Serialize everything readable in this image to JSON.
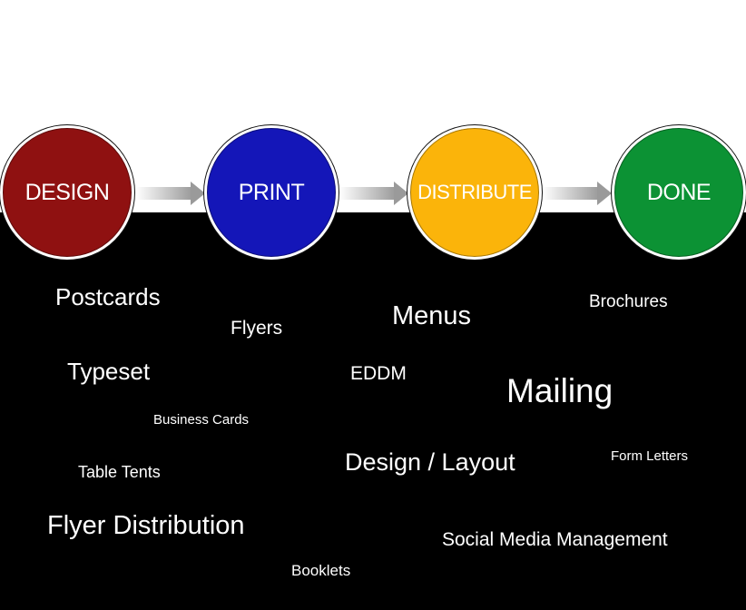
{
  "steps": [
    {
      "label": "DESIGN",
      "color": "#8f1111"
    },
    {
      "label": "PRINT",
      "color": "#1416b8"
    },
    {
      "label": "DISTRIBUTE",
      "color": "#fbb40a"
    },
    {
      "label": "DONE",
      "color": "#0c9234"
    }
  ],
  "services": {
    "postcards": "Postcards",
    "flyers": "Flyers",
    "menus": "Menus",
    "brochures": "Brochures",
    "typeset": "Typeset",
    "eddm": "EDDM",
    "mailing": "Mailing",
    "business_cards": "Business Cards",
    "design_layout": "Design / Layout",
    "form_letters": "Form Letters",
    "table_tents": "Table Tents",
    "flyer_distribution": "Flyer Distribution",
    "social_media": "Social Media Management",
    "booklets": "Booklets"
  }
}
